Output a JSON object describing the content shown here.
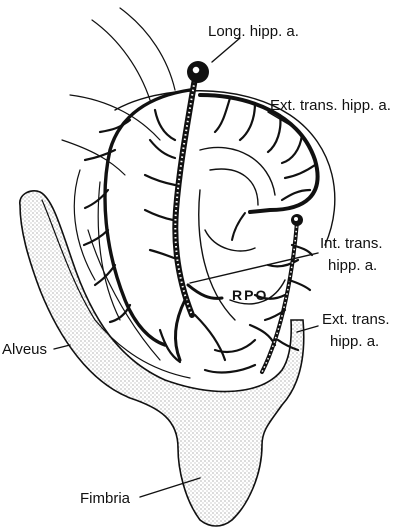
{
  "labels": {
    "long_hipp_a": "Long. hipp. a.",
    "ext_trans_hipp_a": "Ext. trans. hipp. a.",
    "int_trans_line1": "Int. trans.",
    "int_trans_line2": "hipp. a.",
    "rpo": "RPO",
    "ext_trans_line1": "Ext. trans.",
    "ext_trans_line2": "hipp. a.",
    "alveus": "Alveus",
    "fimbria": "Fimbria"
  }
}
